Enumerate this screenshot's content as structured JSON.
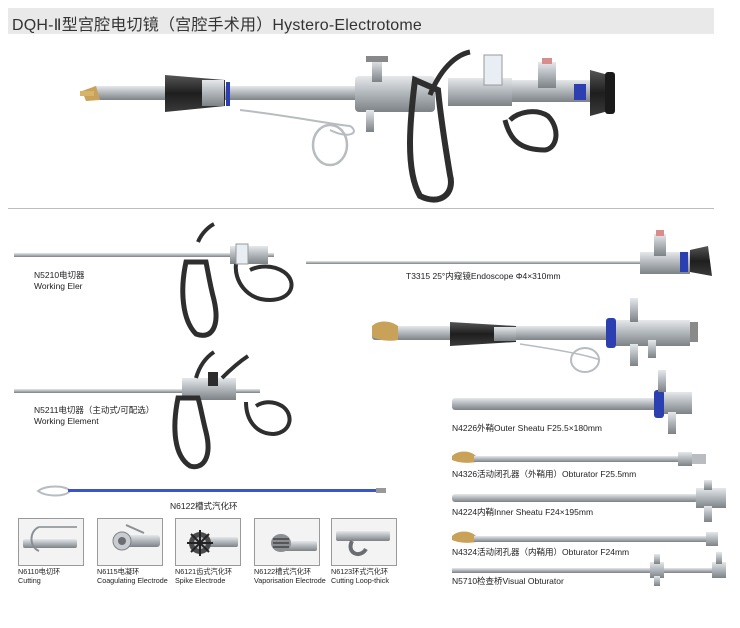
{
  "title": "DQH-Ⅱ型宫腔电切镜（宫腔手术用）Hystero-Electrotome",
  "items": {
    "n5210": {
      "code": "N5210电切器",
      "name": "Working Eler"
    },
    "t3315": {
      "label": "T3315 25°内窥镜Endoscope Φ4×310mm"
    },
    "n5211": {
      "code": "N5211电切器（主动式/可配选）",
      "name": "Working Element"
    },
    "n4226": {
      "label": "N4226外鞘Outer Sheatu F25.5×180mm"
    },
    "n6122": {
      "label": "N6122槽式汽化环"
    },
    "n4326": {
      "label": "N4326活动闭孔器（外鞘用）Obturator F25.5mm"
    },
    "n4224": {
      "label": "N4224内鞘Inner Sheatu F24×195mm"
    },
    "n4324": {
      "label": "N4324活动闭孔器（内鞘用）Obturator F24mm"
    },
    "n5710": {
      "label": "N5710检查桥Visual Obturator"
    }
  },
  "electrodes": [
    {
      "code": "N6110电切环",
      "name": "Cutting"
    },
    {
      "code": "N6115电凝环",
      "name": "Coagulating Electrode"
    },
    {
      "code": "N6121齿式汽化环",
      "name": "Spike Electrode"
    },
    {
      "code": "N6122槽式汽化环",
      "name": "Vaporisation Electrode"
    },
    {
      "code": "N6123环式汽化环",
      "name": "Cutting Loop-thick"
    }
  ],
  "colors": {
    "steel": "#9ea3a8",
    "dark": "#2b2b2b",
    "blue": "#2c3fb0",
    "blue_rod": "#3b55c9",
    "title_bg": "#e9e9e9"
  }
}
